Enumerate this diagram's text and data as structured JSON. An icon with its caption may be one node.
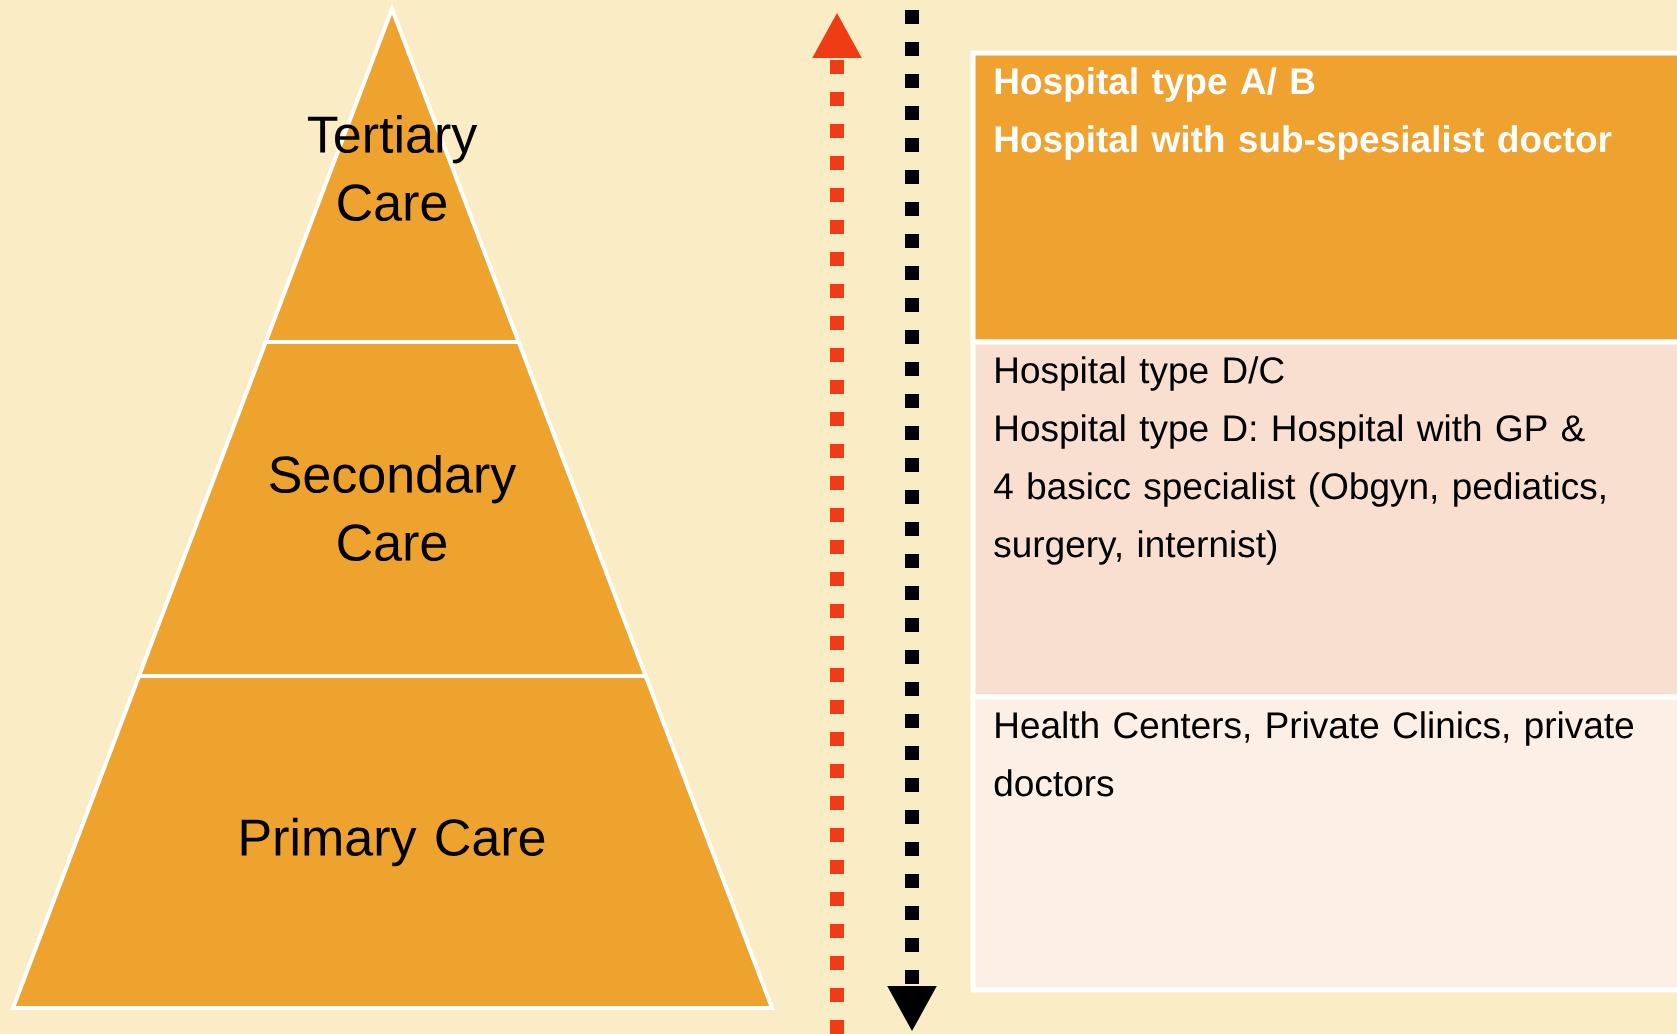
{
  "diagram": {
    "nodes": [
      {
        "text": [
          "Tertiary Care"
        ]
      },
      {
        "text": [
          "Secondary Care"
        ]
      },
      {
        "text": [
          "Primary Care"
        ]
      },
      {
        "text": [
          "Hospital type A/ B",
          "Hospital with sub-spesialist doctor"
        ]
      },
      {
        "text": [
          "Hospital type D/C",
          "Hospital type D: Hospital with GP & 4 basicc specialist (Obgyn, pediatics, surgery, internist)"
        ]
      },
      {
        "text": [
          "Health Centers, Private Clinics, private doctors"
        ]
      }
    ]
  }
}
